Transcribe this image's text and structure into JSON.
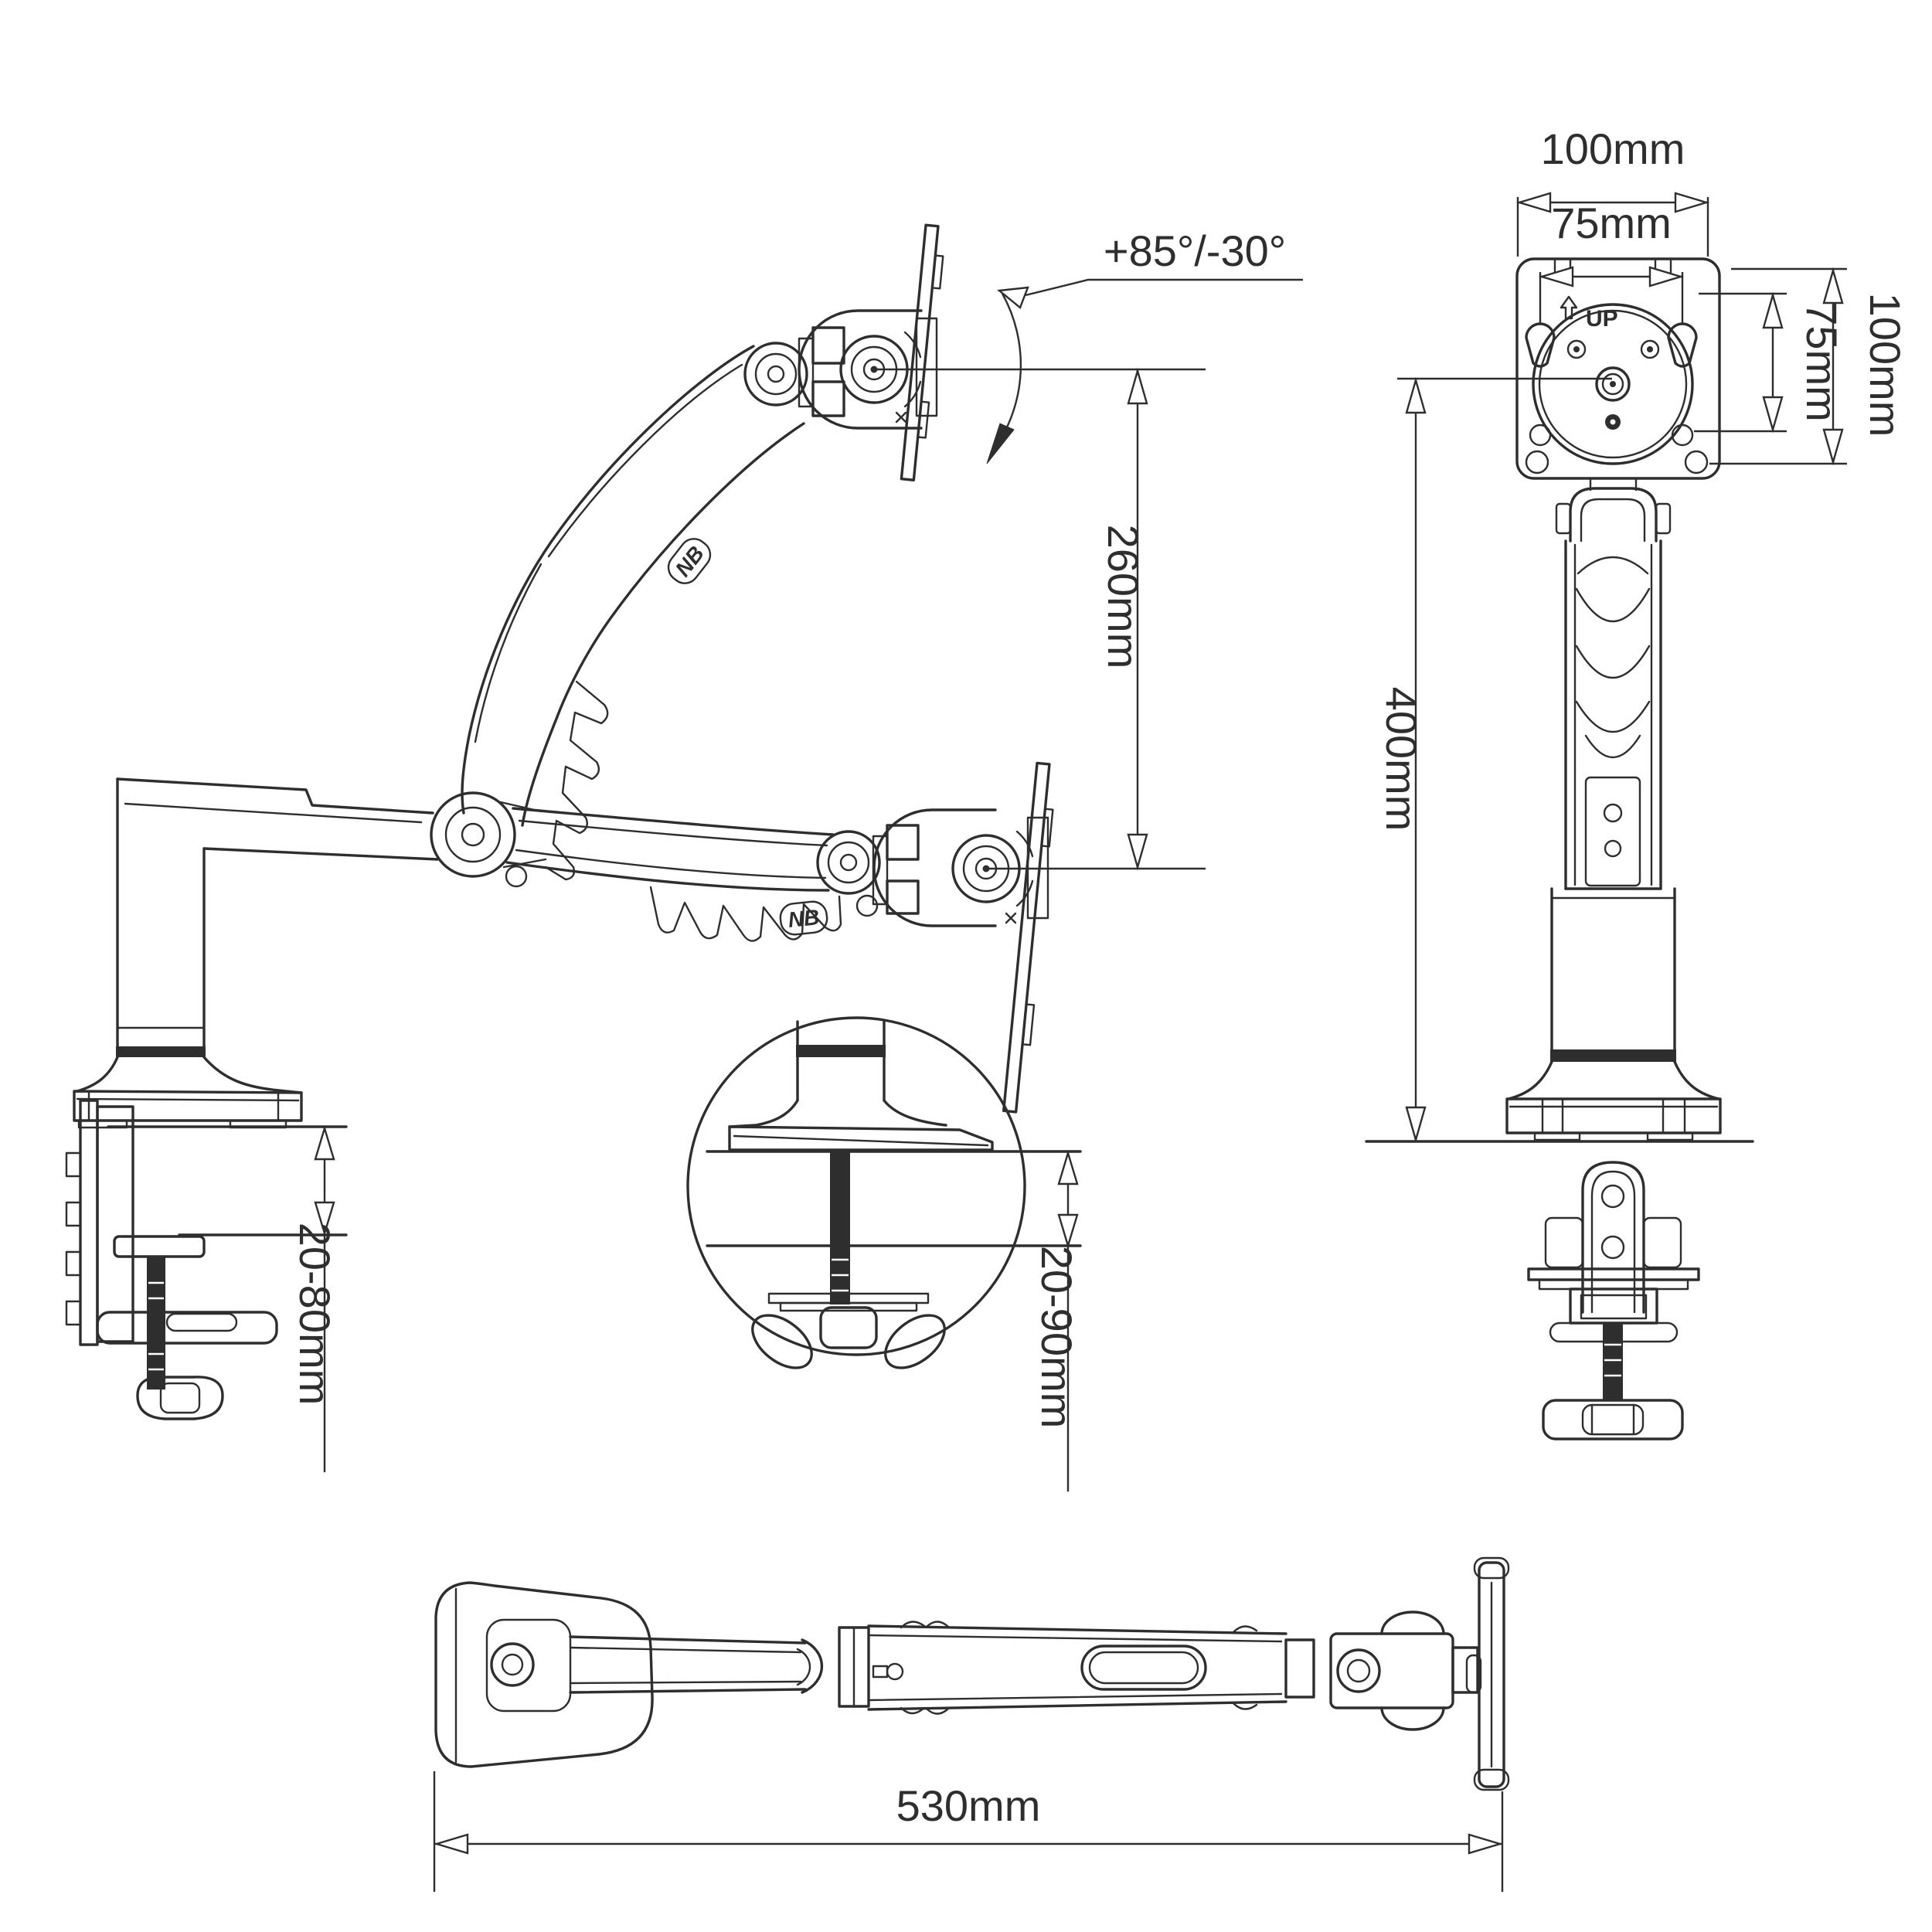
{
  "labels": {
    "tilt": "+85°/-30°",
    "lift": "260mm",
    "height": "400mm",
    "vesa_w100": "100mm",
    "vesa_w75": "75mm",
    "vesa_h75": "75mm",
    "vesa_h100": "100mm",
    "up": "UP",
    "logo": "NB",
    "clamp_range": "20-80mm",
    "grommet_range": "20-90mm",
    "length": "530mm"
  }
}
